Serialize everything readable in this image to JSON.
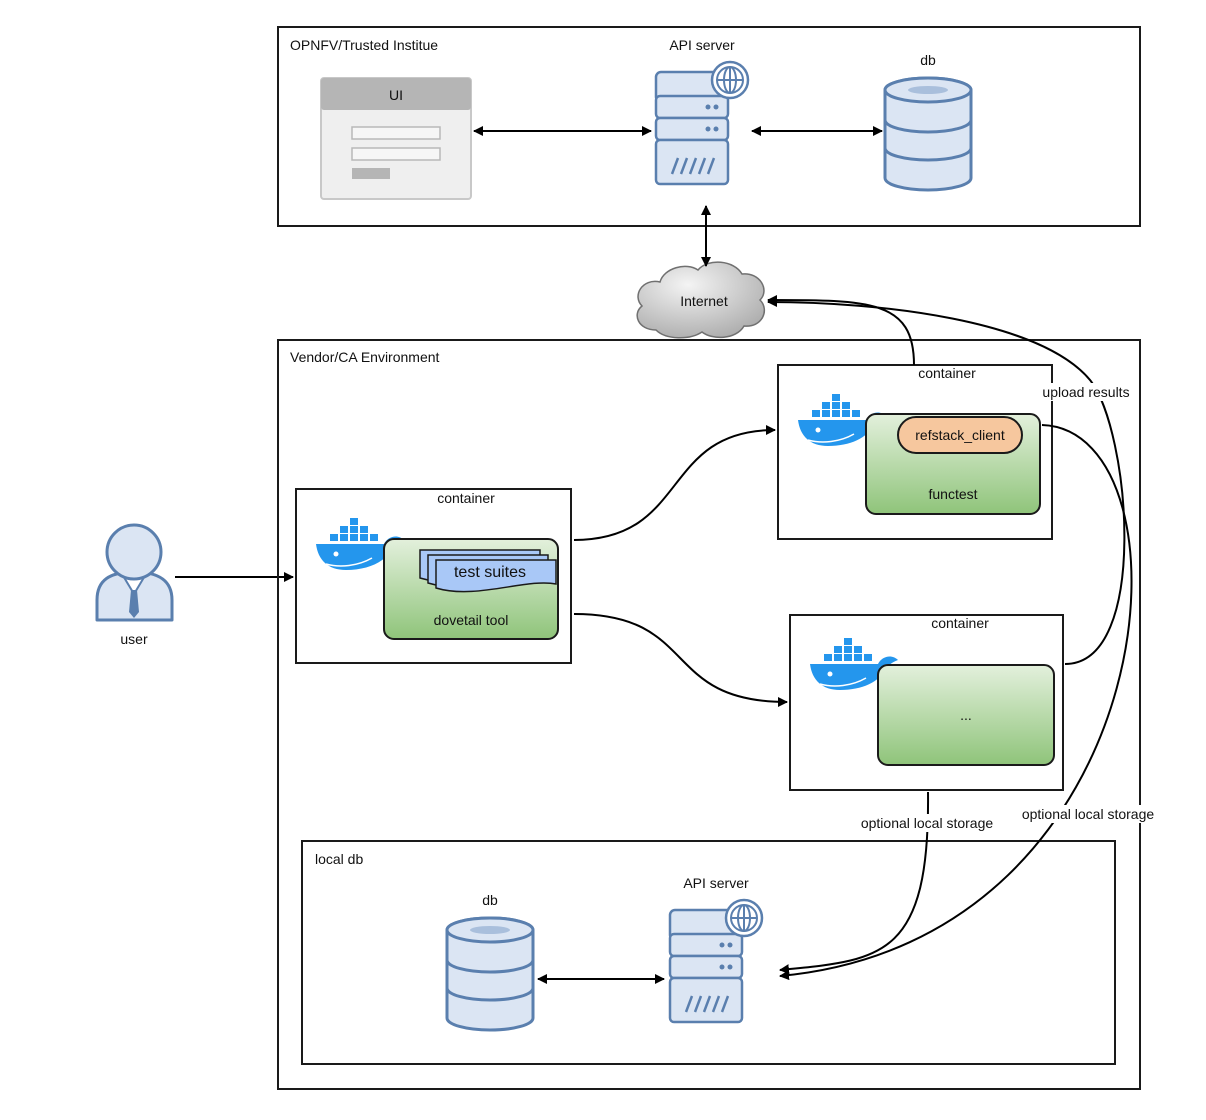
{
  "top_section": {
    "title": "OPNFV/Trusted Institue",
    "ui_label": "UI",
    "api_server_label": "API server",
    "db_label": "db"
  },
  "internet": {
    "label": "Internet"
  },
  "user": {
    "label": "user"
  },
  "vendor_section": {
    "title": "Vendor/CA Environment",
    "dovetail_container": {
      "title": "container",
      "test_suites_label": "test suites",
      "tool_label": "dovetail tool"
    },
    "functest_container": {
      "title": "container",
      "client_label": "refstack_client",
      "tool_label": "functest"
    },
    "other_container": {
      "title": "container",
      "tool_label": "..."
    },
    "local_db": {
      "title": "local db",
      "db_label": "db",
      "api_server_label": "API server"
    }
  },
  "connectors": {
    "upload_results": "upload results",
    "optional_storage_1": "optional local storage",
    "optional_storage_2": "optional local storage"
  },
  "colors": {
    "tool_green_top": "#e3f0dc",
    "tool_green_bottom": "#8fc47a",
    "refstack_orange": "#f6c79e",
    "test_suites_blue": "#a9c8f7",
    "docker_blue": "#2496ed",
    "server_blue": "#dbe5f3",
    "server_stroke": "#5a7fae"
  }
}
